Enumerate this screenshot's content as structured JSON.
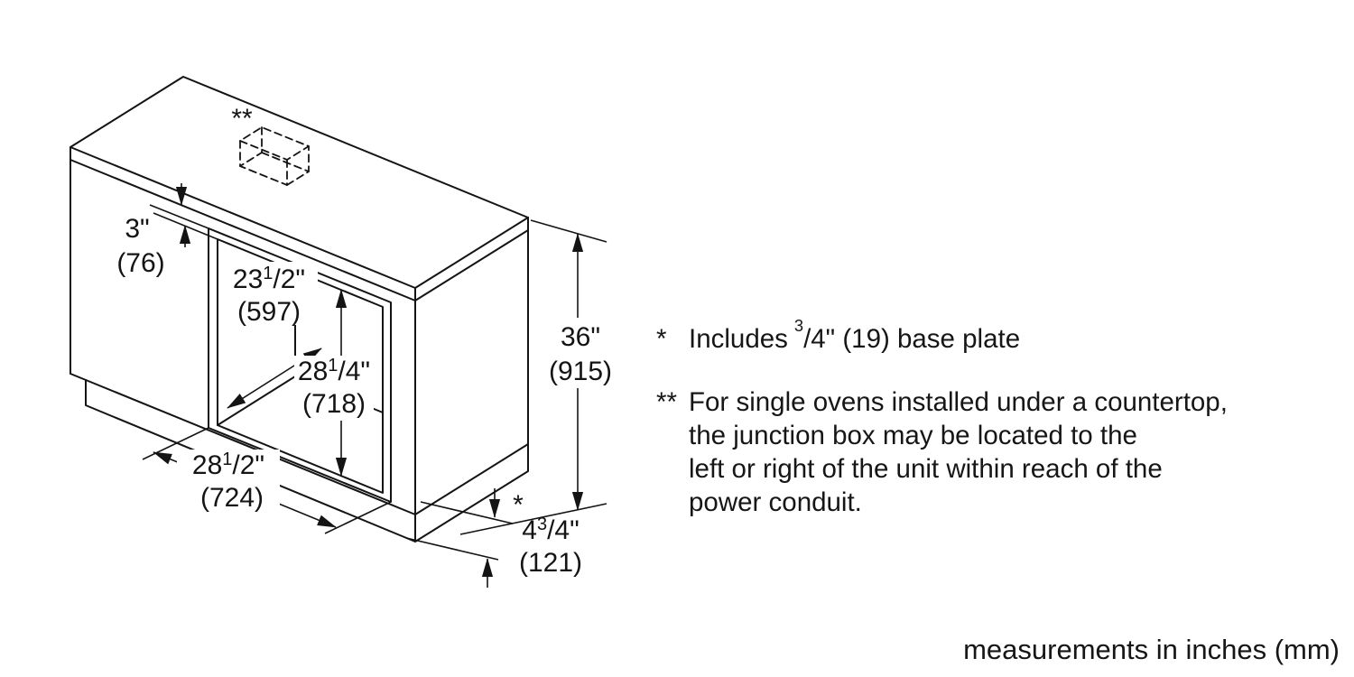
{
  "diagram": {
    "junction_marker": "**",
    "dims": {
      "gap3": {
        "inch": "3\"",
        "mm": "(76)"
      },
      "depth": {
        "whole": "23",
        "num": "1",
        "rest": "/2\"",
        "mm": "(597)"
      },
      "height_open": {
        "whole": "28",
        "num": "1",
        "rest": "/4\"",
        "mm": "(718)"
      },
      "width_open": {
        "whole": "28",
        "num": "1",
        "rest": "/2\"",
        "mm": "(724)"
      },
      "height_total": {
        "inch": "36\"",
        "mm": "(915)"
      },
      "base": {
        "star": "*",
        "whole": "4",
        "num": "3",
        "rest": "/4\"",
        "mm": "(121)"
      }
    }
  },
  "notes": {
    "note1": {
      "marker": "*",
      "pre": "Includes",
      "num": "3",
      "rest": "/4\" (19) base plate"
    },
    "note2": {
      "marker": "**",
      "lines": [
        "For single ovens installed under a countertop,",
        "the junction box may be located to the",
        "left or right of the unit within reach of the",
        "power conduit."
      ]
    }
  },
  "footer": "measurements in inches (mm)"
}
